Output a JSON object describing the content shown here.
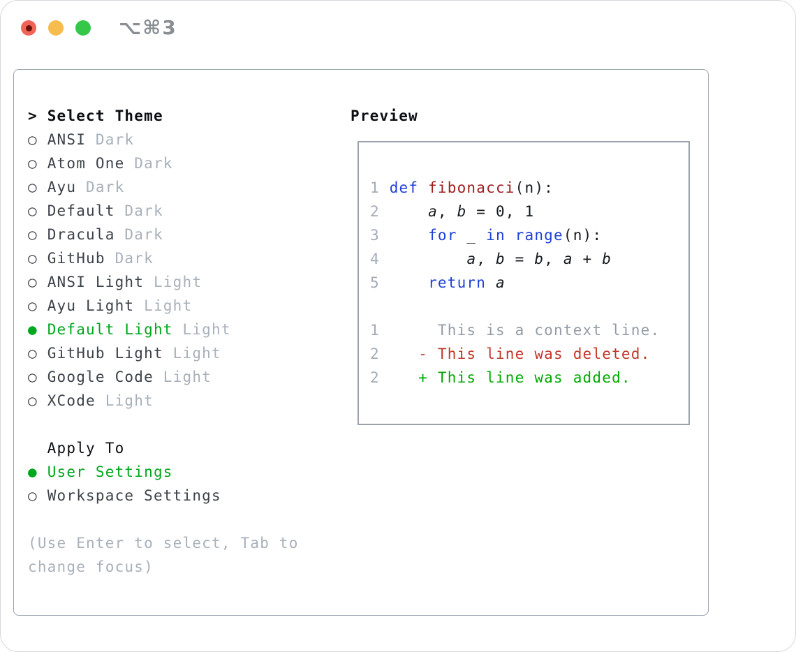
{
  "window": {
    "title": "⌥⌘3"
  },
  "theme_selector": {
    "header_marker": ">",
    "header": "Select Theme",
    "bullet_selected": "●",
    "bullet_unselected": "○",
    "items": [
      {
        "name": "ANSI",
        "variant": "Dark",
        "selected": false
      },
      {
        "name": "Atom One",
        "variant": "Dark",
        "selected": false
      },
      {
        "name": "Ayu",
        "variant": "Dark",
        "selected": false
      },
      {
        "name": "Default",
        "variant": "Dark",
        "selected": false
      },
      {
        "name": "Dracula",
        "variant": "Dark",
        "selected": false
      },
      {
        "name": "GitHub",
        "variant": "Dark",
        "selected": false
      },
      {
        "name": "ANSI Light",
        "variant": "Light",
        "selected": false
      },
      {
        "name": "Ayu Light",
        "variant": "Light",
        "selected": false
      },
      {
        "name": "Default Light",
        "variant": "Light",
        "selected": true
      },
      {
        "name": "GitHub Light",
        "variant": "Light",
        "selected": false
      },
      {
        "name": "Google Code",
        "variant": "Light",
        "selected": false
      },
      {
        "name": "XCode",
        "variant": "Light",
        "selected": false
      }
    ]
  },
  "apply_to": {
    "header": "Apply To",
    "items": [
      {
        "name": "User Settings",
        "selected": true
      },
      {
        "name": "Workspace Settings",
        "selected": false
      }
    ]
  },
  "hint_lines": [
    "(Use Enter to select, Tab to",
    "change focus)"
  ],
  "preview": {
    "title": "Preview",
    "code_lines": [
      {
        "num": "1",
        "tokens": [
          [
            "def",
            "keyword"
          ],
          [
            " ",
            "plain"
          ],
          [
            "fibonacci",
            "function"
          ],
          [
            "(n):",
            "plain"
          ]
        ]
      },
      {
        "num": "2",
        "tokens": [
          [
            "    ",
            "plain"
          ],
          [
            "a",
            "var"
          ],
          [
            ", ",
            "plain"
          ],
          [
            "b",
            "var"
          ],
          [
            " = 0, 1",
            "plain"
          ]
        ]
      },
      {
        "num": "3",
        "tokens": [
          [
            "    ",
            "plain"
          ],
          [
            "for",
            "keyword"
          ],
          [
            " _ ",
            "plain"
          ],
          [
            "in",
            "keyword"
          ],
          [
            " ",
            "plain"
          ],
          [
            "range",
            "keyword"
          ],
          [
            "(n):",
            "plain"
          ]
        ]
      },
      {
        "num": "4",
        "tokens": [
          [
            "        ",
            "plain"
          ],
          [
            "a",
            "var"
          ],
          [
            ", ",
            "plain"
          ],
          [
            "b",
            "var"
          ],
          [
            " = ",
            "plain"
          ],
          [
            "b",
            "var"
          ],
          [
            ", ",
            "plain"
          ],
          [
            "a",
            "var"
          ],
          [
            " + ",
            "plain"
          ],
          [
            "b",
            "var"
          ]
        ]
      },
      {
        "num": "5",
        "tokens": [
          [
            "    ",
            "plain"
          ],
          [
            "return",
            "keyword"
          ],
          [
            " ",
            "plain"
          ],
          [
            "a",
            "var"
          ]
        ]
      }
    ],
    "diff_lines": [
      {
        "num": "1",
        "marker": " ",
        "text": "This is a context line.",
        "kind": "context"
      },
      {
        "num": "2",
        "marker": "-",
        "text": "This line was deleted.",
        "kind": "deleted"
      },
      {
        "num": "2",
        "marker": "+",
        "text": "This line was added.",
        "kind": "added"
      }
    ]
  },
  "colors": {
    "accent-green": "#00a71d",
    "keyword": "#1e40d8",
    "function": "#9e1d1d",
    "plain": "#16191d",
    "line-number": "#a3abb7",
    "muted": "#a8b0ba",
    "item-name": "#3c4249",
    "context": "#939ca6",
    "deleted": "#c0372a",
    "added": "#00a800",
    "header": "#0b0e12",
    "border": "#9aa2ae",
    "title-gray": "#8a8d92",
    "light-red": "#f16258",
    "light-red-dot": "#6b120c",
    "light-yellow": "#f6bd4e",
    "light-green": "#35c748"
  }
}
